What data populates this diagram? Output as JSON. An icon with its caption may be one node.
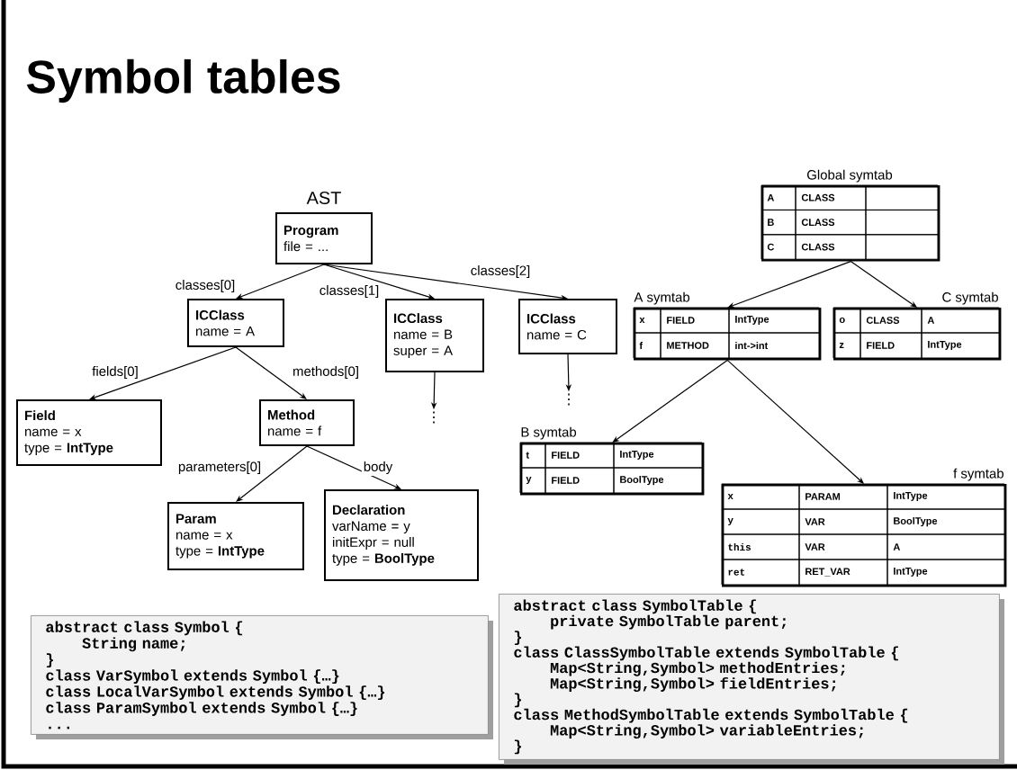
{
  "diagram": {
    "title": "Symbol tables",
    "nodes": [
      {
        "text": [
          "Program",
          "file = ..."
        ]
      },
      {
        "text": [
          "ICClass",
          "name = A"
        ]
      },
      {
        "text": [
          "ICClass",
          "name = B",
          "super = A"
        ]
      },
      {
        "text": [
          "ICClass",
          "name = C"
        ]
      },
      {
        "text": [
          "Field",
          "name = x",
          "type = **IntType**"
        ]
      },
      {
        "text": [
          "Method",
          "name = f"
        ]
      },
      {
        "text": [
          "Param",
          "name = x",
          "type = **IntType**"
        ]
      },
      {
        "text": [
          "Declaration",
          "varName = y",
          "initExpr = null",
          "type = **BoolType**"
        ]
      },
      {
        "text": [
          "⋮"
        ]
      },
      {
        "text": [
          "⋮"
        ]
      },
      {
        "text": [
          "Global symtab",
          "A",
          "CLASS",
          "B",
          "CLASS",
          "C",
          "CLASS"
        ]
      },
      {
        "text": [
          "A symtab",
          "x",
          "FIELD",
          "IntType",
          "f",
          "METHOD",
          "int->int"
        ]
      },
      {
        "text": [
          "C symtab",
          "o",
          "CLASS",
          "A",
          "z",
          "FIELD",
          "IntType"
        ]
      },
      {
        "text": [
          "B symtab",
          "t",
          "FIELD",
          "IntType",
          "y",
          "FIELD",
          "BoolType"
        ]
      },
      {
        "text": [
          "f symtab",
          "x",
          "PARAM",
          "IntType",
          "y",
          "VAR",
          "BoolType",
          "this",
          "VAR",
          "A",
          "ret",
          "RET_VAR",
          "IntType"
        ]
      },
      {
        "text": [
          "abstract class Symbol {",
          "String name;",
          "}",
          "class VarSymbol extends Symbol {…}",
          "class LocalVarSymbol extends Symbol {…}",
          "class ParamSymbol extends Symbol {…}",
          "..."
        ]
      },
      {
        "text": [
          "abstract class SymbolTable {",
          "private SymbolTable parent;",
          "}",
          "class ClassSymbolTable extends SymbolTable {",
          "Map<String,Symbol> methodEntries;",
          "Map<String,Symbol> fieldEntries;",
          "}",
          "class MethodSymbolTable extends SymbolTable {",
          "Map<String,Symbol> variableEntries;",
          "}"
        ]
      }
    ],
    "edges": [
      {
        "from": 0,
        "to": 1,
        "arrow": "to",
        "label": "classes[0]"
      },
      {
        "from": 0,
        "to": 2,
        "arrow": "to",
        "label": "classes[1]"
      },
      {
        "from": 0,
        "to": 3,
        "arrow": "to",
        "label": "classes[2]"
      },
      {
        "from": 1,
        "to": 4,
        "arrow": "to",
        "label": "fields[0]"
      },
      {
        "from": 1,
        "to": 5,
        "arrow": "to",
        "label": "methods[0]"
      },
      {
        "from": 5,
        "to": 6,
        "arrow": "to",
        "label": "parameters[0]"
      },
      {
        "from": 5,
        "to": 7,
        "arrow": "to",
        "label": "body"
      },
      {
        "from": 2,
        "to": 8,
        "arrow": "to"
      },
      {
        "from": 3,
        "to": 9,
        "arrow": "to"
      },
      {
        "from": 10,
        "to": 11,
        "arrow": "to"
      },
      {
        "from": 10,
        "to": 12,
        "arrow": "to"
      },
      {
        "from": 11,
        "to": 13,
        "arrow": "to"
      },
      {
        "from": 11,
        "to": 14,
        "arrow": "to"
      }
    ],
    "labels": [
      "AST"
    ]
  }
}
